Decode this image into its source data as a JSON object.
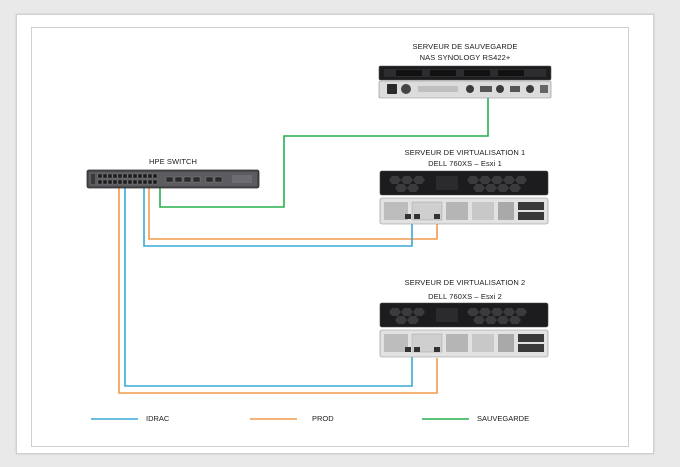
{
  "devices": {
    "backup_server": {
      "line1": "SERVEUR DE SAUVEGARDE",
      "line2": "NAS SYNOLOGY RS422+"
    },
    "switch": {
      "label": "HPE SWITCH"
    },
    "virt_server_1": {
      "line1": "SERVEUR DE VIRTUALISATION 1",
      "line2": "DELL 760XS – Esxi 1"
    },
    "virt_server_2": {
      "line1": "SERVEUR DE VIRTUALISATION 2",
      "line2": "DELL 760XS – Esxi 2"
    }
  },
  "legend": {
    "idrac": {
      "label": "IDRAC",
      "color": "#3aa9d6"
    },
    "prod": {
      "label": "PROD",
      "color": "#f39a4c"
    },
    "sauvegarde": {
      "label": "SAUVEGARDE",
      "color": "#27b04f"
    }
  }
}
